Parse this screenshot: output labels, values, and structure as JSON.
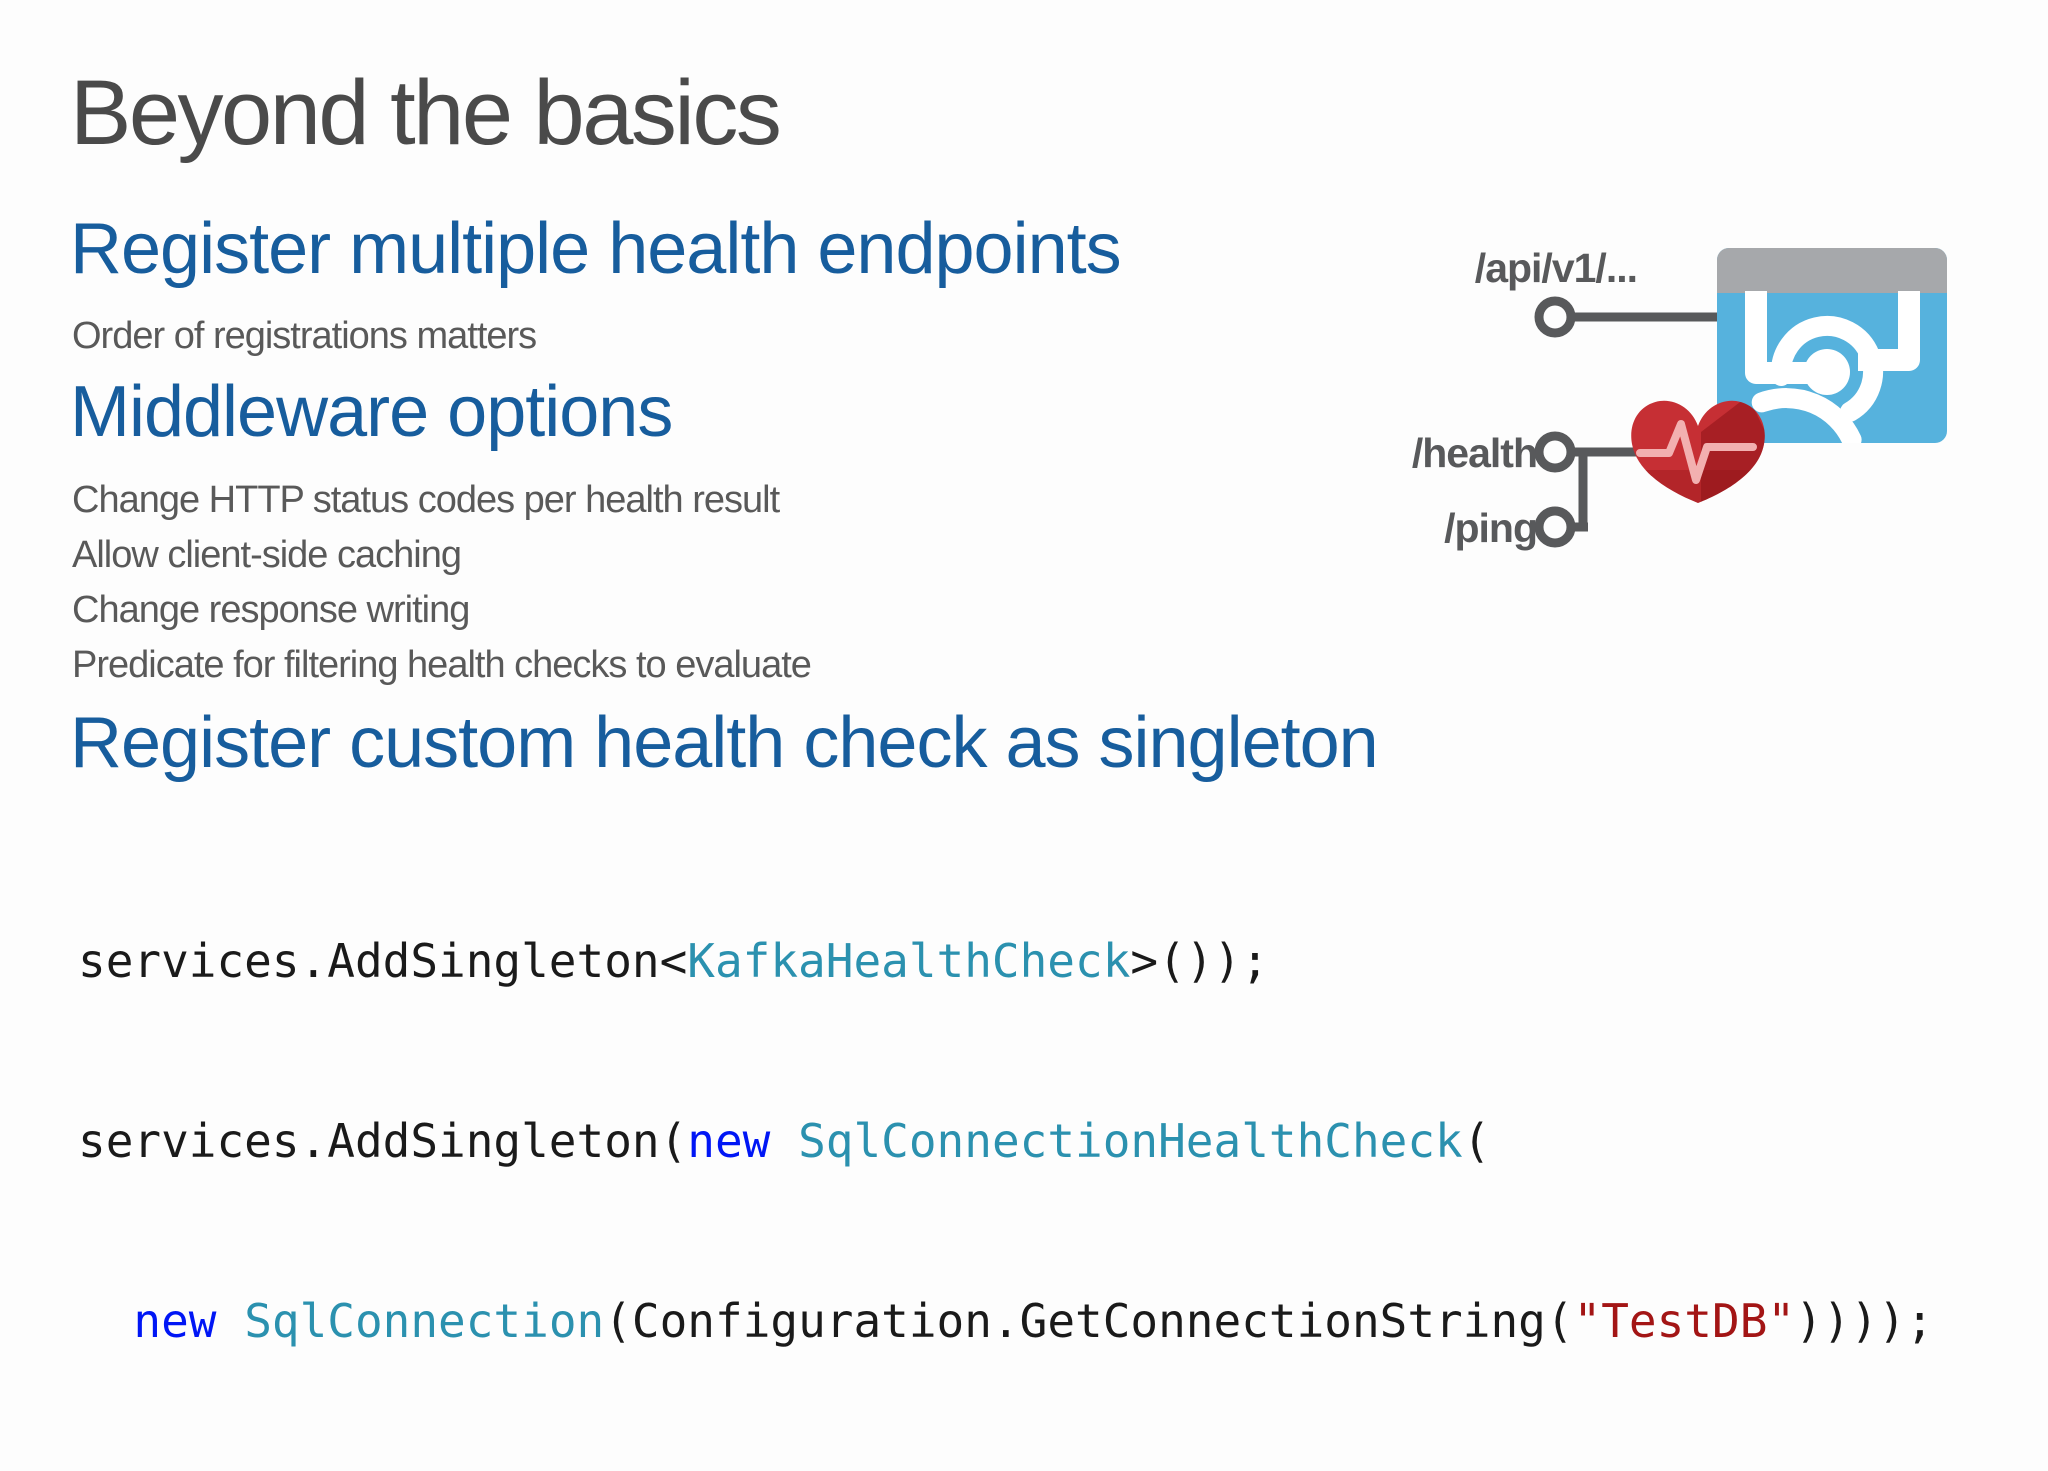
{
  "slide": {
    "title": "Beyond the basics",
    "sections": [
      {
        "heading": "Register multiple health endpoints",
        "bullets": [
          "Order of registrations matters"
        ]
      },
      {
        "heading": "Middleware options",
        "bullets": [
          "Change HTTP status codes per health result",
          "Allow client-side caching",
          "Change response writing",
          "Predicate for filtering health checks to evaluate"
        ]
      },
      {
        "heading": "Register custom health check as singleton",
        "bullets": []
      }
    ],
    "code": {
      "lines": [
        {
          "tokens": [
            {
              "t": "services.AddSingleton<",
              "kind": "plain"
            },
            {
              "t": "KafkaHealthCheck",
              "kind": "type"
            },
            {
              "t": ">());",
              "kind": "plain"
            }
          ]
        },
        {
          "tokens": [
            {
              "t": "services.AddSingleton(",
              "kind": "plain"
            },
            {
              "t": "new",
              "kind": "keyword"
            },
            {
              "t": " ",
              "kind": "plain"
            },
            {
              "t": "SqlConnectionHealthCheck",
              "kind": "type"
            },
            {
              "t": "(",
              "kind": "plain"
            }
          ]
        },
        {
          "tokens": [
            {
              "t": "  ",
              "kind": "plain"
            },
            {
              "t": "new",
              "kind": "keyword"
            },
            {
              "t": " ",
              "kind": "plain"
            },
            {
              "t": "SqlConnection",
              "kind": "type"
            },
            {
              "t": "(Configuration.GetConnectionString(",
              "kind": "plain"
            },
            {
              "t": "\"TestDB\"",
              "kind": "string"
            },
            {
              "t": "))));",
              "kind": "plain"
            }
          ]
        }
      ],
      "syntax_colors": {
        "plain": "#1a1a1a",
        "type": "#2b91af",
        "keyword": "#0016f5",
        "string": "#a31515"
      }
    },
    "diagram": {
      "endpoint_labels": {
        "api": "/api/v1/...",
        "health": "/health",
        "ping": "/ping"
      },
      "colors": {
        "connector_gray": "#58595b",
        "window_titlebar": "#a6a8ab",
        "window_body": "#56b2dd",
        "heart_red": "#c62f34",
        "heart_pulse": "#f2b0b0"
      }
    },
    "colors": {
      "background": "#fdfdfd",
      "title_gray": "#4a4a4a",
      "heading_blue": "#175d9d",
      "body_gray": "#595959"
    }
  }
}
